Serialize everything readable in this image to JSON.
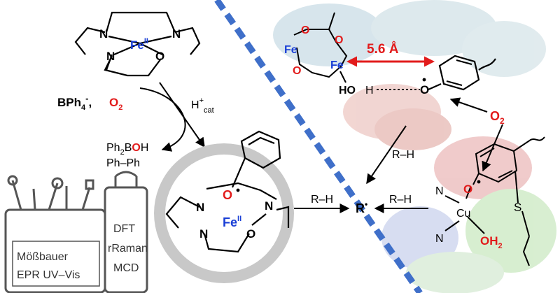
{
  "colors": {
    "iron": "#1a3fd6",
    "oxygen": "#e21b1b",
    "divider": "#3f6fc9",
    "ring": "#c8c8c8",
    "toolbox": "#555555"
  },
  "left": {
    "complex_top": {
      "N1": "N",
      "Fe": "Fe",
      "Fe_ox": "II",
      "N2": "N",
      "N3": "N",
      "O": "O"
    },
    "reagents": {
      "bph4": "BPh",
      "bph4_sub": "4",
      "bph4_sup": "-",
      "comma": ",",
      "o2": "O",
      "o2_sub": "2"
    },
    "catalyst": {
      "h": "H",
      "sup": "+",
      "sub": "cat"
    },
    "byproducts": {
      "line1_a": "Ph",
      "line1_sub": "2",
      "line1_b": "B",
      "line1_o": "O",
      "line1_h": "H",
      "line2": "Ph–Ph"
    },
    "complex_bottom": {
      "O": "O",
      "N1": "N",
      "N2": "N",
      "N3": "N",
      "Fe": "Fe",
      "Fe_ox": "II",
      "O2": "O"
    },
    "toolbox_left": {
      "line1": "Mößbauer",
      "line2": "EPR UV–Vis"
    },
    "toolbox_right": {
      "line1": "DFT",
      "line2": "rRaman",
      "line3": "MCD"
    },
    "arrow_label": "R–H"
  },
  "center": {
    "radical": "R",
    "radical_dot": "•"
  },
  "right": {
    "enzyme_top": {
      "fe1": "Fe",
      "fe2": "Fe",
      "distance": "5.6 Å",
      "oh": "HO",
      "h": "H",
      "phenoxyl_o": "O"
    },
    "o2": {
      "label": "O",
      "sub": "2"
    },
    "arrow_label_upper": "R–H",
    "arrow_label_lower": "R–H",
    "copper_site": {
      "n1": "N",
      "n2": "N",
      "cu": "Cu",
      "o": "O",
      "s": "S",
      "water": "OH",
      "water_sub": "2"
    }
  }
}
